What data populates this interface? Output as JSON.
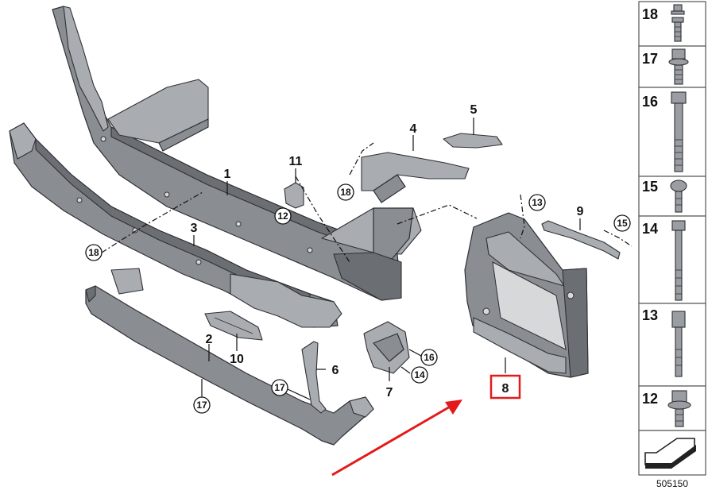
{
  "diagram": {
    "reference_number": "505150",
    "highlight_color": "#e41a1a",
    "part_fill": "#8a8d92",
    "callouts": {
      "p1": "1",
      "p2": "2",
      "p3": "3",
      "p4": "4",
      "p5": "5",
      "p6": "6",
      "p7": "7",
      "p8": "8",
      "p9": "9",
      "p10": "10",
      "p11": "11"
    },
    "circled_callouts": {
      "c12": "12",
      "c13": "13",
      "c14": "14",
      "c15": "15",
      "c16": "16",
      "c17a": "17",
      "c17b": "17",
      "c18a": "18",
      "c18b": "18"
    },
    "legend": {
      "items": [
        "18",
        "17",
        "16",
        "15",
        "14",
        "13",
        "12"
      ],
      "footer_icon": "arrow-direction-icon"
    }
  }
}
